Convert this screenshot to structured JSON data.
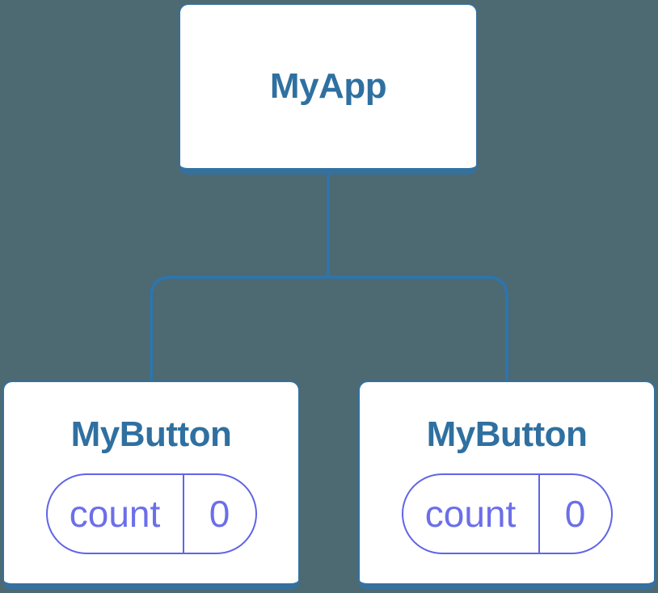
{
  "colors": {
    "background": "#4D6972",
    "node-fill": "#FFFFFF",
    "node-border": "#35719F",
    "connector": "#2E75AB",
    "node-label": "#2F70A0",
    "state-accent": "#6064E6",
    "state-text": "#6C6FE9"
  },
  "tree": {
    "root": {
      "label": "MyApp"
    },
    "children": [
      {
        "label": "MyButton",
        "state": {
          "key": "count",
          "value": "0"
        }
      },
      {
        "label": "MyButton",
        "state": {
          "key": "count",
          "value": "0"
        }
      }
    ]
  }
}
